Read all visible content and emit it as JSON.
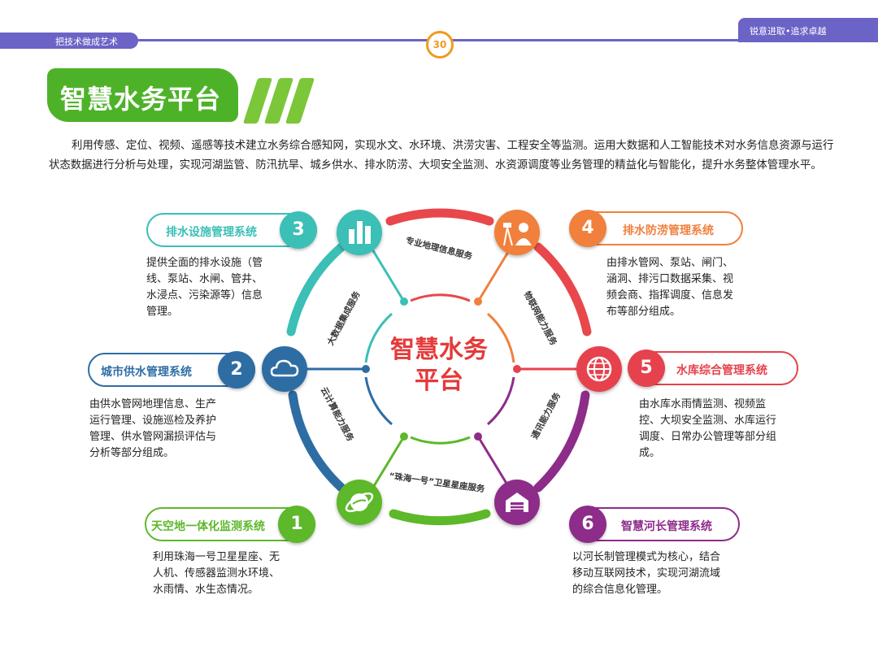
{
  "header": {
    "left_slogan": "把技术做成艺术",
    "right_slogan": "锐意进取•追求卓越",
    "page_number": "30"
  },
  "title": "智慧水务平台",
  "intro": "利用传感、定位、视频、遥感等技术建立水务综合感知网，实现水文、水环境、洪涝灾害、工程安全等监测。运用大数据和人工智能技术对水务信息资源与运行状态数据进行分析与处理，实现河湖监管、防汛抗旱、城乡供水、排水防涝、大坝安全监测、水资源调度等业务管理的精益化与智能化，提升水务整体管理水平。",
  "center": {
    "line1": "智慧水务",
    "line2": "平台"
  },
  "services": [
    "专业地理信息服务",
    "物联网能力服务",
    "通讯能力服务",
    "“珠海一号”卫星星座服务",
    "云计算能力服务",
    "大数据集成服务"
  ],
  "systems": [
    {
      "num": "1",
      "name": "天空地一体化监测系统",
      "desc": [
        "利用珠海一号卫星星座、无",
        "人机、传感器监测水环境、",
        "水雨情、水生态情况。"
      ],
      "color": "#5db82a",
      "icon": "globe-orbit-icon"
    },
    {
      "num": "2",
      "name": "城市供水管理系统",
      "desc": [
        "由供水管网地理信息、生产",
        "运行管理、设施巡检及养护",
        "管理、供水管网漏损评估与",
        "分析等部分组成。"
      ],
      "color": "#2e6da4",
      "icon": "cloud-icon"
    },
    {
      "num": "3",
      "name": "排水设施管理系统",
      "desc": [
        "提供全面的排水设施（管",
        "线、泵站、水闸、管井、",
        "水浸点、污染源等）信息",
        "管理。"
      ],
      "color": "#3bbfb6",
      "icon": "buildings-icon"
    },
    {
      "num": "4",
      "name": "排水防涝管理系统",
      "desc": [
        "由排水管网、泵站、闸门、",
        "涵洞、排污口数据采集、视",
        "频会商、指挥调度、信息发",
        "布等部分组成。"
      ],
      "color": "#f0803c",
      "icon": "surveyor-icon"
    },
    {
      "num": "5",
      "name": "水库综合管理系统",
      "desc": [
        "由水库水雨情监测、视频监",
        "控、大坝安全监测、水库运行",
        "调度、日常办公管理等部分组",
        "成。"
      ],
      "color": "#e6424d",
      "icon": "globe-grid-icon"
    },
    {
      "num": "6",
      "name": "智慧河长管理系统",
      "desc": [
        "以河长制管理模式为核心，结合",
        "移动互联网技术，实现河湖流域",
        "的综合信息化管理。"
      ],
      "color": "#8e2c8a",
      "icon": "warehouse-icon"
    }
  ]
}
